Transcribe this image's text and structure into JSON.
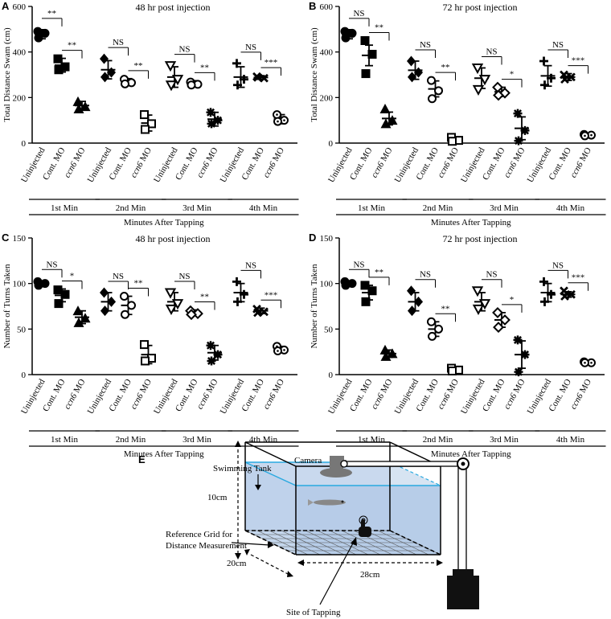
{
  "figure": {
    "panel_letters": [
      "A",
      "B",
      "C",
      "D",
      "E"
    ]
  },
  "chart_data": [
    {
      "panel": "A",
      "type": "scatter",
      "title": "48 hr post injection",
      "ylabel": "Total Distance Swam (cm)",
      "xlabel": "Minutes After Tapping",
      "ylim": [
        0,
        600
      ],
      "yticks": [
        0,
        200,
        400,
        600
      ],
      "categories": [
        "Uninjected",
        "Cont. MO",
        "ccn6 MO"
      ],
      "groups": [
        "1st Min",
        "2nd Min",
        "3rd Min",
        "4th Min"
      ],
      "markers": [
        "circle",
        "square",
        "triangle",
        "diamond",
        "circle-open",
        "square-open",
        "triangle-down-open",
        "diamond-open",
        "star",
        "plus",
        "x",
        "circle-dot"
      ],
      "series": [
        {
          "group": "1st Min",
          "category": "Uninjected",
          "marker": "circle",
          "mean": 478,
          "sd": 20,
          "points": [
            490,
            482,
            462
          ]
        },
        {
          "group": "1st Min",
          "category": "Cont. MO",
          "marker": "square",
          "mean": 342,
          "sd": 30,
          "points": [
            370,
            335,
            322
          ]
        },
        {
          "group": "1st Min",
          "category": "ccn6 MO",
          "marker": "triangle",
          "mean": 165,
          "sd": 18,
          "points": [
            182,
            160,
            150
          ]
        },
        {
          "group": "2nd Min",
          "category": "Uninjected",
          "marker": "diamond",
          "mean": 322,
          "sd": 40,
          "points": [
            370,
            310,
            290
          ]
        },
        {
          "group": "2nd Min",
          "category": "Cont. MO",
          "marker": "circle-open",
          "mean": 268,
          "sd": 15,
          "points": [
            280,
            265,
            260
          ]
        },
        {
          "group": "2nd Min",
          "category": "ccn6 MO",
          "marker": "square-open",
          "mean": 88,
          "sd": 35,
          "points": [
            125,
            85,
            60
          ]
        },
        {
          "group": "3rd Min",
          "category": "Uninjected",
          "marker": "triangle-down-open",
          "mean": 290,
          "sd": 45,
          "points": [
            340,
            280,
            255
          ]
        },
        {
          "group": "3rd Min",
          "category": "Cont. MO",
          "marker": "circle-open",
          "mean": 262,
          "sd": 12,
          "points": [
            268,
            258,
            255
          ]
        },
        {
          "group": "3rd Min",
          "category": "ccn6 MO",
          "marker": "star",
          "mean": 105,
          "sd": 30,
          "points": [
            135,
            100,
            85
          ]
        },
        {
          "group": "4th Min",
          "category": "Uninjected",
          "marker": "plus",
          "mean": 290,
          "sd": 45,
          "points": [
            350,
            280,
            255
          ]
        },
        {
          "group": "4th Min",
          "category": "Cont. MO",
          "marker": "x",
          "mean": 288,
          "sd": 8,
          "points": [
            292,
            285,
            288
          ]
        },
        {
          "group": "4th Min",
          "category": "ccn6 MO",
          "marker": "circle-dot",
          "mean": 105,
          "sd": 20,
          "points": [
            125,
            100,
            95
          ]
        }
      ],
      "comparisons": [
        {
          "group": "1st Min",
          "from": 0,
          "to": 1,
          "label": "**"
        },
        {
          "group": "1st Min",
          "from": 1,
          "to": 2,
          "label": "**"
        },
        {
          "group": "2nd Min",
          "from": 0,
          "to": 1,
          "label": "NS"
        },
        {
          "group": "2nd Min",
          "from": 1,
          "to": 2,
          "label": "**"
        },
        {
          "group": "3rd Min",
          "from": 0,
          "to": 1,
          "label": "NS"
        },
        {
          "group": "3rd Min",
          "from": 1,
          "to": 2,
          "label": "**"
        },
        {
          "group": "4th Min",
          "from": 0,
          "to": 1,
          "label": "NS"
        },
        {
          "group": "4th Min",
          "from": 1,
          "to": 2,
          "label": "***"
        }
      ]
    },
    {
      "panel": "B",
      "type": "scatter",
      "title": "72 hr post injection",
      "ylabel": "Total Distance Swam (cm)",
      "xlabel": "Minutes After Tapping",
      "ylim": [
        0,
        600
      ],
      "yticks": [
        0,
        200,
        400,
        600
      ],
      "categories": [
        "Uninjected",
        "Cont. MO",
        "ccn6 MO"
      ],
      "groups": [
        "1st Min",
        "2nd Min",
        "3rd Min",
        "4th Min"
      ],
      "series": [
        {
          "group": "1st Min",
          "category": "Uninjected",
          "marker": "circle",
          "mean": 478,
          "sd": 20,
          "points": [
            490,
            482,
            462
          ]
        },
        {
          "group": "1st Min",
          "category": "Cont. MO",
          "marker": "square",
          "mean": 385,
          "sd": 45,
          "points": [
            450,
            390,
            305
          ]
        },
        {
          "group": "1st Min",
          "category": "ccn6 MO",
          "marker": "triangle",
          "mean": 108,
          "sd": 28,
          "points": [
            150,
            100,
            85
          ]
        },
        {
          "group": "2nd Min",
          "category": "Uninjected",
          "marker": "diamond",
          "mean": 320,
          "sd": 40,
          "points": [
            360,
            310,
            290
          ]
        },
        {
          "group": "2nd Min",
          "category": "Cont. MO",
          "marker": "circle-open",
          "mean": 238,
          "sd": 35,
          "points": [
            275,
            230,
            195
          ]
        },
        {
          "group": "2nd Min",
          "category": "ccn6 MO",
          "marker": "square-open",
          "mean": 15,
          "sd": 10,
          "points": [
            25,
            12,
            8
          ]
        },
        {
          "group": "3rd Min",
          "category": "Uninjected",
          "marker": "triangle-down-open",
          "mean": 285,
          "sd": 45,
          "points": [
            330,
            280,
            235
          ]
        },
        {
          "group": "3rd Min",
          "category": "Cont. MO",
          "marker": "diamond-open",
          "mean": 225,
          "sd": 20,
          "points": [
            245,
            220,
            210
          ]
        },
        {
          "group": "3rd Min",
          "category": "ccn6 MO",
          "marker": "star",
          "mean": 65,
          "sd": 50,
          "points": [
            130,
            55,
            10
          ]
        },
        {
          "group": "4th Min",
          "category": "Uninjected",
          "marker": "plus",
          "mean": 295,
          "sd": 45,
          "points": [
            360,
            285,
            255
          ]
        },
        {
          "group": "4th Min",
          "category": "Cont. MO",
          "marker": "x",
          "mean": 290,
          "sd": 15,
          "points": [
            300,
            290,
            280
          ]
        },
        {
          "group": "4th Min",
          "category": "ccn6 MO",
          "marker": "circle-dot",
          "mean": 35,
          "sd": 5,
          "points": [
            38,
            35,
            32
          ]
        }
      ],
      "comparisons": [
        {
          "group": "1st Min",
          "from": 0,
          "to": 1,
          "label": "NS"
        },
        {
          "group": "1st Min",
          "from": 1,
          "to": 2,
          "label": "**"
        },
        {
          "group": "2nd Min",
          "from": 0,
          "to": 1,
          "label": "NS"
        },
        {
          "group": "2nd Min",
          "from": 1,
          "to": 2,
          "label": "**"
        },
        {
          "group": "3rd Min",
          "from": 0,
          "to": 1,
          "label": "NS"
        },
        {
          "group": "3rd Min",
          "from": 1,
          "to": 2,
          "label": "*"
        },
        {
          "group": "4th Min",
          "from": 0,
          "to": 1,
          "label": "NS"
        },
        {
          "group": "4th Min",
          "from": 1,
          "to": 2,
          "label": "***"
        }
      ]
    },
    {
      "panel": "C",
      "type": "scatter",
      "title": "48 hr post injection",
      "ylabel": "Number of Turns Taken",
      "xlabel": "Minutes After Tapping",
      "ylim": [
        0,
        150
      ],
      "yticks": [
        0,
        50,
        100,
        150
      ],
      "categories": [
        "Uninjected",
        "Cont. MO",
        "ccn6 MO"
      ],
      "groups": [
        "1st Min",
        "2nd Min",
        "3rd Min",
        "4th Min"
      ],
      "series": [
        {
          "group": "1st Min",
          "category": "Uninjected",
          "marker": "circle",
          "mean": 100,
          "sd": 3,
          "points": [
            102,
            100,
            98
          ]
        },
        {
          "group": "1st Min",
          "category": "Cont. MO",
          "marker": "square",
          "mean": 87,
          "sd": 7,
          "points": [
            93,
            88,
            78
          ]
        },
        {
          "group": "1st Min",
          "category": "ccn6 MO",
          "marker": "triangle",
          "mean": 63,
          "sd": 7,
          "points": [
            70,
            62,
            57
          ]
        },
        {
          "group": "2nd Min",
          "category": "Uninjected",
          "marker": "diamond",
          "mean": 80,
          "sd": 10,
          "points": [
            90,
            80,
            70
          ]
        },
        {
          "group": "2nd Min",
          "category": "Cont. MO",
          "marker": "circle-open",
          "mean": 76,
          "sd": 10,
          "points": [
            86,
            76,
            66
          ]
        },
        {
          "group": "2nd Min",
          "category": "ccn6 MO",
          "marker": "square-open",
          "mean": 22,
          "sd": 10,
          "points": [
            33,
            18,
            15
          ]
        },
        {
          "group": "3rd Min",
          "category": "Uninjected",
          "marker": "triangle-down-open",
          "mean": 80,
          "sd": 10,
          "points": [
            90,
            78,
            72
          ]
        },
        {
          "group": "3rd Min",
          "category": "Cont. MO",
          "marker": "diamond-open",
          "mean": 68,
          "sd": 3,
          "points": [
            70,
            67,
            66
          ]
        },
        {
          "group": "3rd Min",
          "category": "ccn6 MO",
          "marker": "star",
          "mean": 24,
          "sd": 8,
          "points": [
            32,
            22,
            15
          ]
        },
        {
          "group": "4th Min",
          "category": "Uninjected",
          "marker": "plus",
          "mean": 90,
          "sd": 10,
          "points": [
            102,
            88,
            80
          ]
        },
        {
          "group": "4th Min",
          "category": "Cont. MO",
          "marker": "x",
          "mean": 70,
          "sd": 3,
          "points": [
            72,
            69,
            68
          ]
        },
        {
          "group": "4th Min",
          "category": "ccn6 MO",
          "marker": "circle-dot",
          "mean": 28,
          "sd": 3,
          "points": [
            31,
            27,
            26
          ]
        }
      ],
      "comparisons": [
        {
          "group": "1st Min",
          "from": 0,
          "to": 1,
          "label": "NS"
        },
        {
          "group": "1st Min",
          "from": 1,
          "to": 2,
          "label": "*"
        },
        {
          "group": "2nd Min",
          "from": 0,
          "to": 1,
          "label": "NS"
        },
        {
          "group": "2nd Min",
          "from": 1,
          "to": 2,
          "label": "**"
        },
        {
          "group": "3rd Min",
          "from": 0,
          "to": 1,
          "label": "NS"
        },
        {
          "group": "3rd Min",
          "from": 1,
          "to": 2,
          "label": "**"
        },
        {
          "group": "4th Min",
          "from": 0,
          "to": 1,
          "label": "NS"
        },
        {
          "group": "4th Min",
          "from": 1,
          "to": 2,
          "label": "***"
        }
      ]
    },
    {
      "panel": "D",
      "type": "scatter",
      "title": "72 hr post injection",
      "ylabel": "Number of Turns Taken",
      "xlabel": "Minutes After Tapping",
      "ylim": [
        0,
        150
      ],
      "yticks": [
        0,
        50,
        100,
        150
      ],
      "categories": [
        "Uninjected",
        "Cont. MO",
        "ccn6 MO"
      ],
      "groups": [
        "1st Min",
        "2nd Min",
        "3rd Min",
        "4th Min"
      ],
      "series": [
        {
          "group": "1st Min",
          "category": "Uninjected",
          "marker": "circle",
          "mean": 100,
          "sd": 3,
          "points": [
            102,
            100,
            98
          ]
        },
        {
          "group": "1st Min",
          "category": "Cont. MO",
          "marker": "square",
          "mean": 90,
          "sd": 8,
          "points": [
            98,
            92,
            80
          ]
        },
        {
          "group": "1st Min",
          "category": "ccn6 MO",
          "marker": "triangle",
          "mean": 23,
          "sd": 4,
          "points": [
            27,
            23,
            20
          ]
        },
        {
          "group": "2nd Min",
          "category": "Uninjected",
          "marker": "diamond",
          "mean": 80,
          "sd": 10,
          "points": [
            92,
            80,
            70
          ]
        },
        {
          "group": "2nd Min",
          "category": "Cont. MO",
          "marker": "circle-open",
          "mean": 50,
          "sd": 8,
          "points": [
            58,
            50,
            42
          ]
        },
        {
          "group": "2nd Min",
          "category": "ccn6 MO",
          "marker": "square-open",
          "mean": 5,
          "sd": 2,
          "points": [
            7,
            5,
            4
          ]
        },
        {
          "group": "3rd Min",
          "category": "Uninjected",
          "marker": "triangle-down-open",
          "mean": 80,
          "sd": 10,
          "points": [
            92,
            78,
            72
          ]
        },
        {
          "group": "3rd Min",
          "category": "Cont. MO",
          "marker": "diamond-open",
          "mean": 60,
          "sd": 8,
          "points": [
            68,
            60,
            52
          ]
        },
        {
          "group": "3rd Min",
          "category": "ccn6 MO",
          "marker": "star",
          "mean": 22,
          "sd": 15,
          "points": [
            38,
            22,
            3
          ]
        },
        {
          "group": "4th Min",
          "category": "Uninjected",
          "marker": "plus",
          "mean": 90,
          "sd": 10,
          "points": [
            102,
            88,
            80
          ]
        },
        {
          "group": "4th Min",
          "category": "Cont. MO",
          "marker": "x",
          "mean": 88,
          "sd": 3,
          "points": [
            92,
            88,
            86
          ]
        },
        {
          "group": "4th Min",
          "category": "ccn6 MO",
          "marker": "circle-dot",
          "mean": 13,
          "sd": 1,
          "points": [
            14,
            13,
            13
          ]
        }
      ],
      "comparisons": [
        {
          "group": "1st Min",
          "from": 0,
          "to": 1,
          "label": "NS"
        },
        {
          "group": "1st Min",
          "from": 1,
          "to": 2,
          "label": "**"
        },
        {
          "group": "2nd Min",
          "from": 0,
          "to": 1,
          "label": "NS"
        },
        {
          "group": "2nd Min",
          "from": 1,
          "to": 2,
          "label": "**"
        },
        {
          "group": "3rd Min",
          "from": 0,
          "to": 1,
          "label": "NS"
        },
        {
          "group": "3rd Min",
          "from": 1,
          "to": 2,
          "label": "*"
        },
        {
          "group": "4th Min",
          "from": 0,
          "to": 1,
          "label": "NS"
        },
        {
          "group": "4th Min",
          "from": 1,
          "to": 2,
          "label": "***"
        }
      ]
    }
  ],
  "diagram": {
    "panel": "E",
    "labels": {
      "camera": "Camera",
      "tank": "Swimming Tank",
      "height": "10cm",
      "grid_line1": "Reference Grid for",
      "grid_line2": "Distance Measurement",
      "depth": "20cm",
      "width": "28cm",
      "tap": "Site of Tapping"
    },
    "colors": {
      "water": "#b7cde8",
      "water_line": "#29a9e0",
      "fish": "#888888",
      "camera": "#777777"
    }
  }
}
